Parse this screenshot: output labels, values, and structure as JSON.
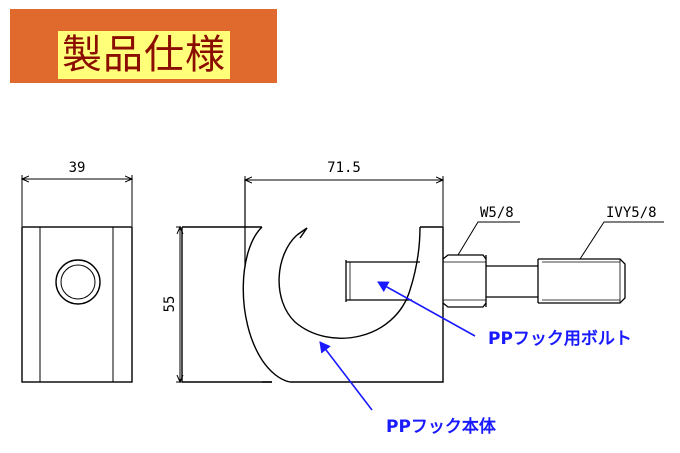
{
  "title": "製品仕様",
  "dimensions": {
    "width_front": "39",
    "width_side": "71.5",
    "height": "55",
    "thread_w": "W5/8",
    "thread_ivy": "IVY5/8"
  },
  "callouts": {
    "bolt": "PPフック用ボルト",
    "body": "PPフック本体"
  },
  "colors": {
    "title_bg": "#e06a2e",
    "title_text": "#8a0d00",
    "title_highlight": "#ffff7a",
    "callout": "#1a1aff"
  }
}
